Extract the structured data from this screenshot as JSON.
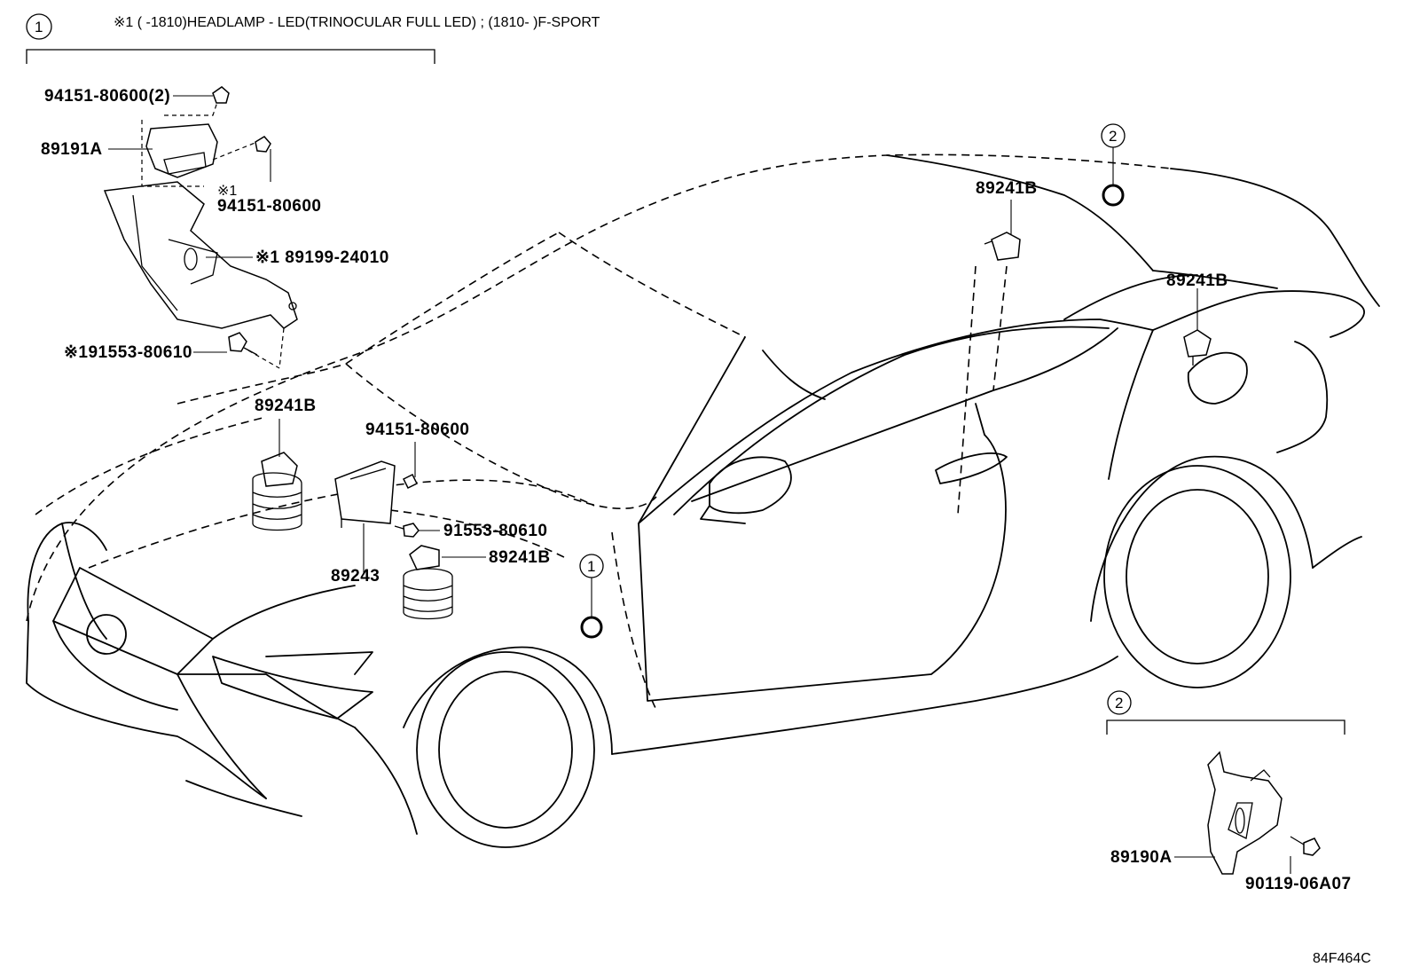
{
  "header": {
    "callout_number": "1",
    "text": "※1 (        -1810)HEADLAMP - LED(TRINOCULAR FULL LED) ; (1810-         )F-SPORT"
  },
  "callouts": {
    "one": "1",
    "two": "2"
  },
  "parts": {
    "p94151_80600_2": "94151-80600(2)",
    "p89191A": "89191A",
    "note_star1": "※1",
    "p94151_80600_a": "94151-80600",
    "p89199_24010": "※1 89199-24010",
    "p91553_80610_star": "※191553-80610",
    "p89241B_front": "89241B",
    "p94151_80600_b": "94151-80600",
    "p91553_80610": "91553-80610",
    "p89243": "89243",
    "p89241B_mid": "89241B",
    "p89241B_roof": "89241B",
    "p89241B_rear": "89241B",
    "p89190A": "89190A",
    "p90119_06A07": "90119-06A07"
  },
  "diagram_code": "84F464C"
}
